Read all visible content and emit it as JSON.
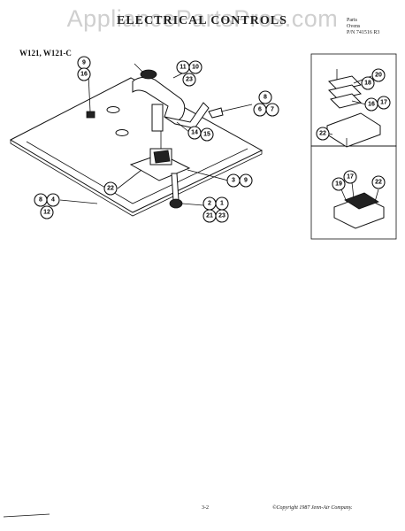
{
  "watermark": "AppliancePartsPros.com",
  "header": {
    "title": "ELECTRICAL CONTROLS",
    "publication": [
      "Parts",
      "Ovens",
      "P/N 741516 R3"
    ]
  },
  "models": "W121, W121-C",
  "callouts": {
    "c9": "9",
    "c16": "16",
    "c11": "11",
    "c10": "10",
    "c23a": "23",
    "c8a": "8",
    "c6": "6",
    "c7": "7",
    "c14": "14",
    "c15": "15",
    "c22a": "22",
    "c3": "3",
    "c9b": "9",
    "c8b": "8",
    "c4": "4",
    "c12": "12",
    "c2": "2",
    "c1": "1",
    "c21": "21",
    "c23b": "23",
    "c20": "20",
    "c18": "18",
    "c16b": "16",
    "c17a": "17",
    "c22b": "22",
    "c17b": "17",
    "c19": "19",
    "c22c": "22"
  },
  "footer": {
    "page": "3-2",
    "copyright": "©Copyright 1987 Jenn-Air Company."
  }
}
